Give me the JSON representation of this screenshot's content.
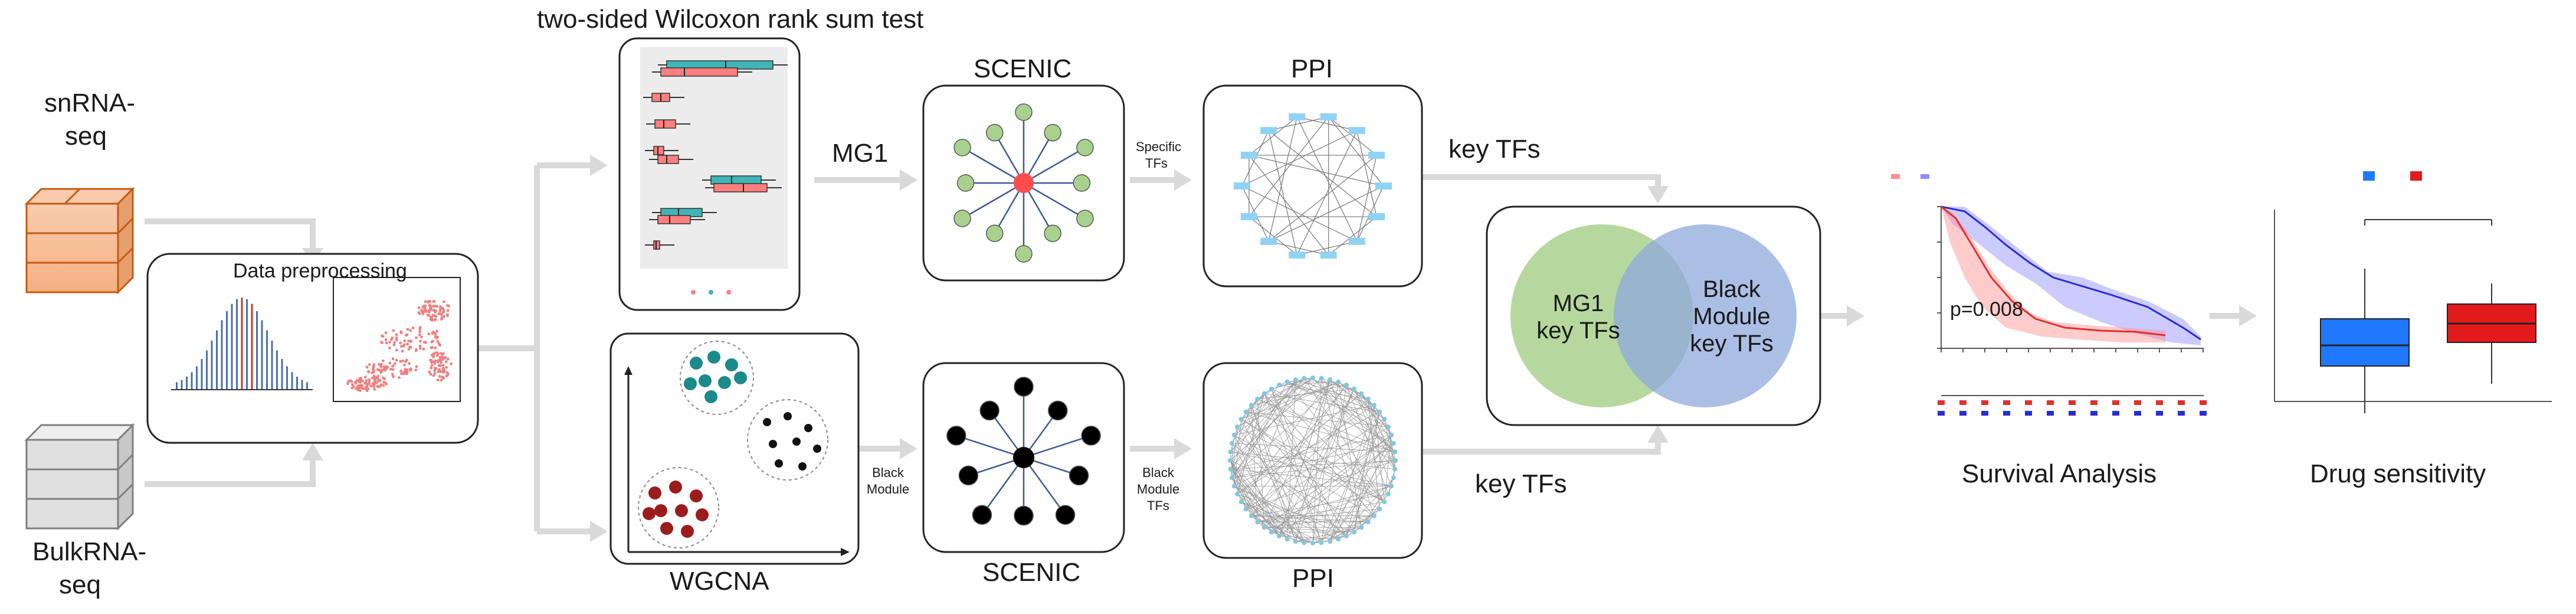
{
  "inputs": {
    "snrna_label_line1": "snRNA-",
    "snrna_label_line2": "seq",
    "bulk_label_line1": "BulkRNA-",
    "bulk_label_line2": "seq"
  },
  "preprocessing": {
    "title": "Data preprocessing"
  },
  "top_branch": {
    "wilcoxon_title": "two-sided Wilcoxon rank sum test",
    "mg1_label": "MG1",
    "scenic_title": "SCENIC",
    "specific_tfs_line1": "Specific",
    "specific_tfs_line2": "TFs",
    "ppi_title": "PPI",
    "key_tfs_label": "key TFs"
  },
  "bottom_branch": {
    "wgcna_title": "WGCNA",
    "black_module_line1": "Black",
    "black_module_line2": "Module",
    "scenic_title": "SCENIC",
    "black_module_tfs_line1": "Black",
    "black_module_tfs_line2": "Module",
    "black_module_tfs_line3": "TFs",
    "ppi_title": "PPI",
    "key_tfs_label": "key TFs"
  },
  "venn": {
    "left_line1": "MG1",
    "left_line2": "key TFs",
    "right_line1": "Black",
    "right_line2": "Module",
    "right_line3": "key TFs"
  },
  "survival": {
    "title": "Survival Analysis",
    "pvalue": "p=0.008"
  },
  "drug": {
    "title": "Drug sensitivity"
  },
  "colors": {
    "arrow": "#d9d9d9",
    "venn_left": "#a9d18e",
    "venn_right": "#8faadc",
    "scenic_top_nodes": "#a9d18e",
    "scenic_top_hub": "#ff4d4d",
    "scenic_bottom_nodes": "#000000",
    "ppi_top_nodes": "#8fd3f4",
    "box_high": "#e31a1c",
    "box_low": "#1f78ff",
    "snrna_stack": "#f4b183",
    "bulk_stack": "#d9d9d9"
  }
}
